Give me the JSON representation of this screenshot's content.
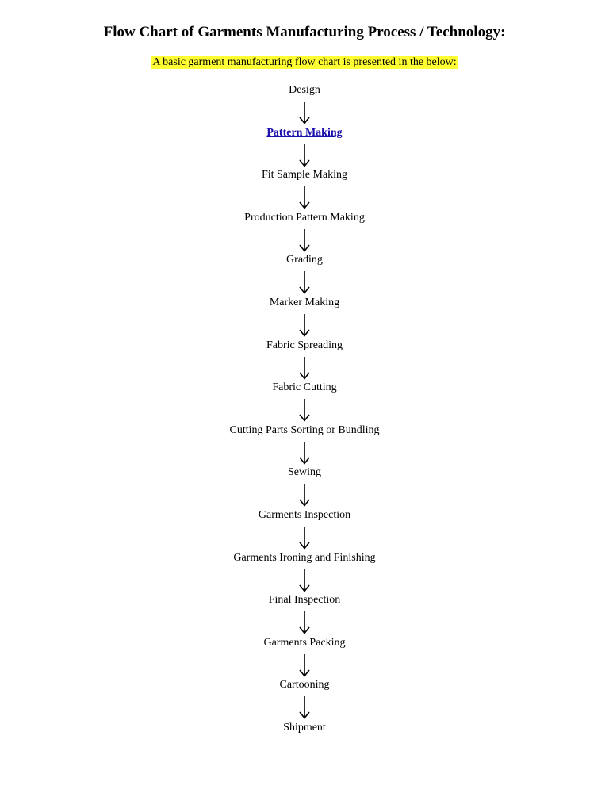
{
  "document": {
    "title": "Flow Chart of Garments Manufacturing Process / Technology:",
    "intro": "A basic garment manufacturing flow chart is presented in the below:"
  },
  "flow": {
    "arrow_color": "#000000",
    "link_color": "#1a0dab",
    "highlight_color": "#ffff33",
    "steps": [
      {
        "label": "Design",
        "link": false
      },
      {
        "label": "Pattern Making",
        "link": true
      },
      {
        "label": "Fit Sample Making",
        "link": false
      },
      {
        "label": "Production Pattern Making",
        "link": false
      },
      {
        "label": "Grading",
        "link": false
      },
      {
        "label": "Marker Making",
        "link": false
      },
      {
        "label": "Fabric Spreading",
        "link": false
      },
      {
        "label": "Fabric Cutting",
        "link": false
      },
      {
        "label": "Cutting Parts Sorting or Bundling",
        "link": false
      },
      {
        "label": "Sewing",
        "link": false
      },
      {
        "label": "Garments Inspection",
        "link": false
      },
      {
        "label": "Garments Ironing and Finishing",
        "link": false
      },
      {
        "label": "Final Inspection",
        "link": false
      },
      {
        "label": "Garments Packing",
        "link": false
      },
      {
        "label": "Cartooning",
        "link": false
      },
      {
        "label": "Shipment",
        "link": false
      }
    ]
  }
}
